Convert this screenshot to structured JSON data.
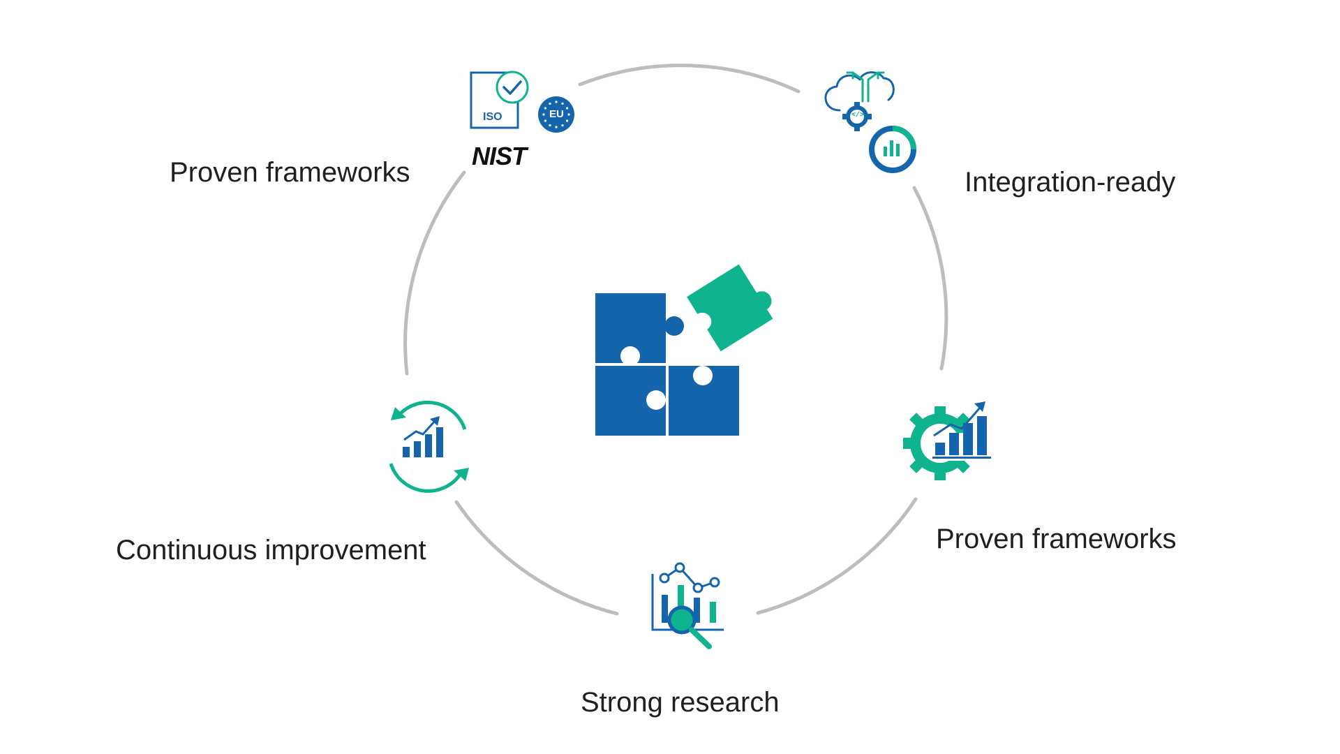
{
  "colors": {
    "blue": "#1565ad",
    "green": "#0fb38e",
    "ring": "#bdbdbd",
    "text": "#1f1f1f"
  },
  "center_icon": "jigsaw-puzzle-icon",
  "nodes": [
    {
      "id": "top-left",
      "label": "Proven frameworks",
      "icons": [
        "iso-document-icon",
        "checkmark-badge-icon",
        "eu-stars-icon",
        "nist-logo"
      ],
      "badge_texts": {
        "iso": "ISO",
        "eu": "EU",
        "nist": "NIST"
      }
    },
    {
      "id": "top-right",
      "label": "Integration-ready",
      "icons": [
        "cloud-integration-icon",
        "code-gear-icon",
        "analytics-donut-icon"
      ],
      "code_glyph": "</>"
    },
    {
      "id": "right-bottom",
      "label": "Proven frameworks",
      "icons": [
        "gear-growth-chart-icon"
      ]
    },
    {
      "id": "bottom",
      "label": "Strong research",
      "icons": [
        "research-analytics-magnifier-icon"
      ]
    },
    {
      "id": "left",
      "label": "Continuous improvement",
      "icons": [
        "cycle-growth-chart-icon"
      ]
    }
  ]
}
